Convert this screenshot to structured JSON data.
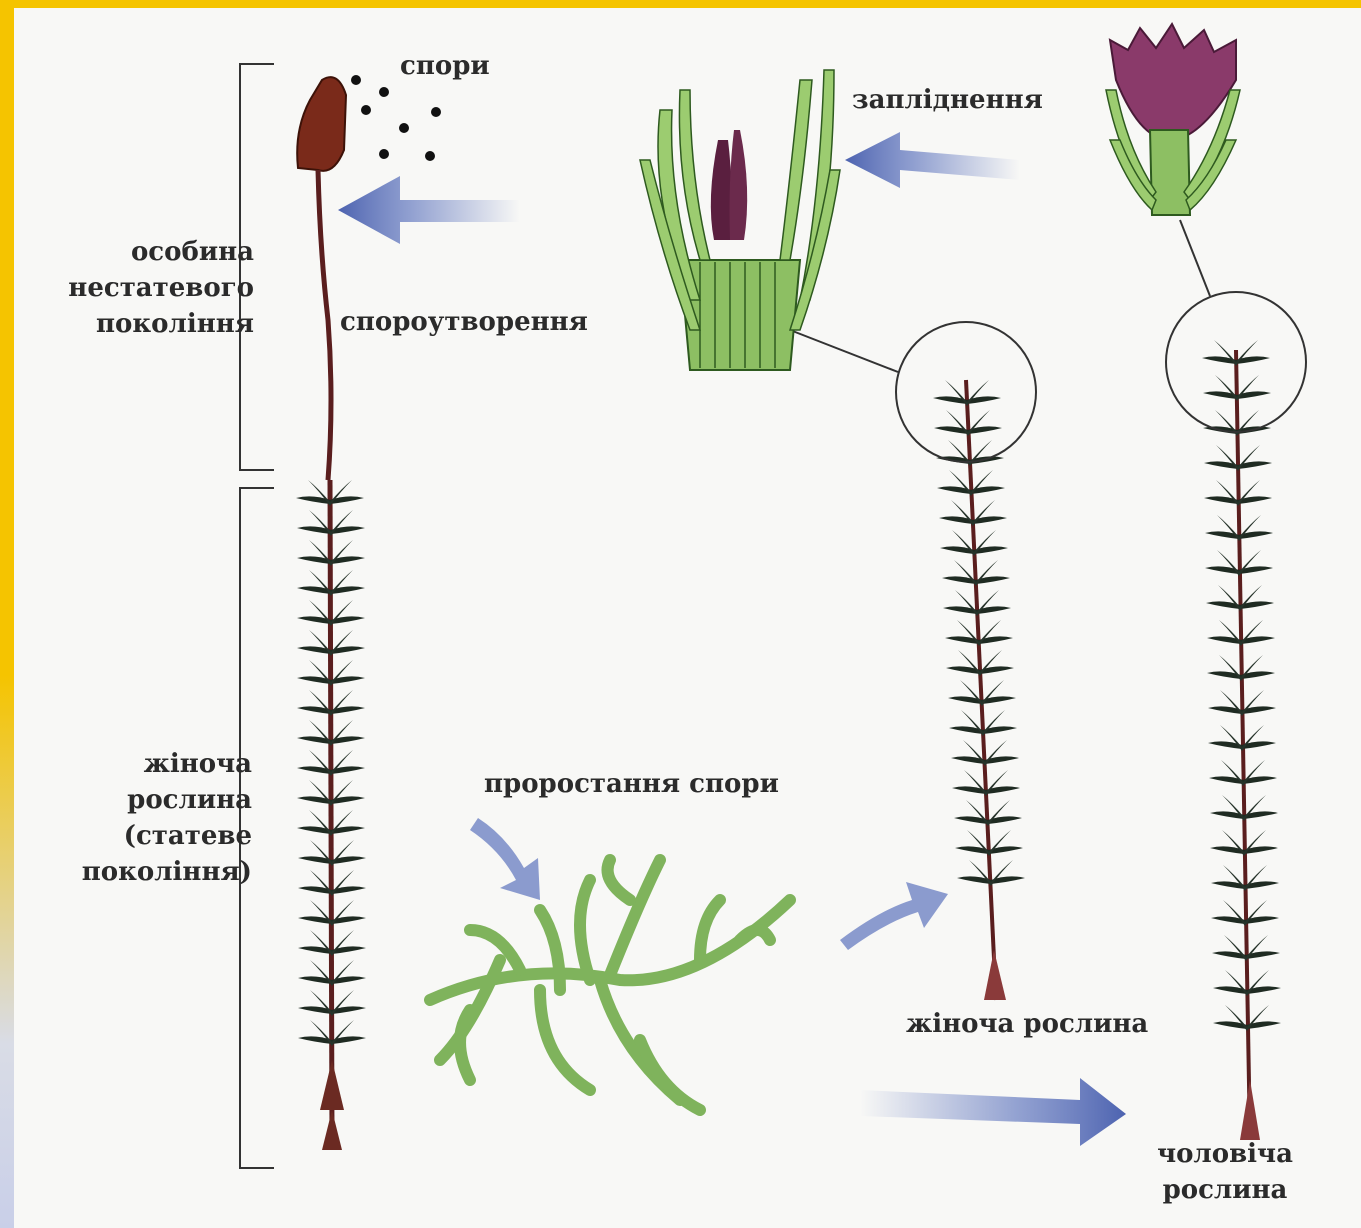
{
  "labels": {
    "spores": "спори",
    "fertilization": "запліднення",
    "asexual_line1": "особина",
    "asexual_line2": "нестатевого",
    "asexual_line3": "покоління",
    "sporogenesis": "спороутворення",
    "female_left_line1": "жіноча",
    "female_left_line2": "рослина",
    "female_left_line3": "(статеве",
    "female_left_line4": "покоління)",
    "spore_germination": "проростання спори",
    "female_plant": "жіноча рослина",
    "male_line1": "чоловіча",
    "male_line2": "рослина"
  },
  "colors": {
    "frame": "#f5c400",
    "arrow": "#6f83c4",
    "stem": "#5a1e1e",
    "leaf": "#1f2b22",
    "capsule": "#7a2a1a",
    "protonema": "#7fb35c",
    "organ_purple": "#7a2b57"
  }
}
